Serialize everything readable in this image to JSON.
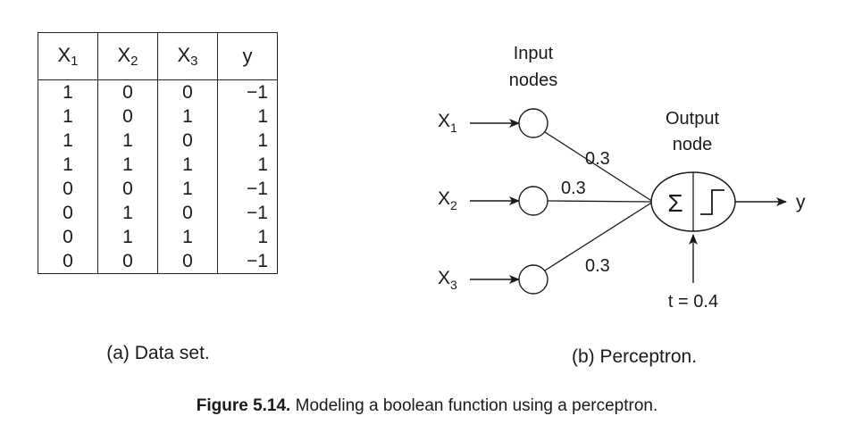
{
  "table": {
    "headers": [
      {
        "base": "X",
        "sub": "1"
      },
      {
        "base": "X",
        "sub": "2"
      },
      {
        "base": "X",
        "sub": "3"
      },
      {
        "base": "y",
        "sub": ""
      }
    ],
    "rows": [
      [
        "1",
        "0",
        "0",
        "−1"
      ],
      [
        "1",
        "0",
        "1",
        "1"
      ],
      [
        "1",
        "1",
        "0",
        "1"
      ],
      [
        "1",
        "1",
        "1",
        "1"
      ],
      [
        "0",
        "0",
        "1",
        "−1"
      ],
      [
        "0",
        "1",
        "0",
        "−1"
      ],
      [
        "0",
        "1",
        "1",
        "1"
      ],
      [
        "0",
        "0",
        "0",
        "−1"
      ]
    ]
  },
  "diagram": {
    "input_label_line1": "Input",
    "input_label_line2": "nodes",
    "output_label_line1": "Output",
    "output_label_line2": "node",
    "inputs": [
      {
        "base": "X",
        "sub": "1",
        "weight": "0.3"
      },
      {
        "base": "X",
        "sub": "2",
        "weight": "0.3"
      },
      {
        "base": "X",
        "sub": "3",
        "weight": "0.3"
      }
    ],
    "sum_symbol": "Σ",
    "output_label": "y",
    "threshold": "t = 0.4"
  },
  "captions": {
    "a": "(a) Data set.",
    "b": "(b) Perceptron.",
    "figure_number": "Figure 5.14.",
    "figure_text": "Modeling a boolean function using a perceptron."
  }
}
